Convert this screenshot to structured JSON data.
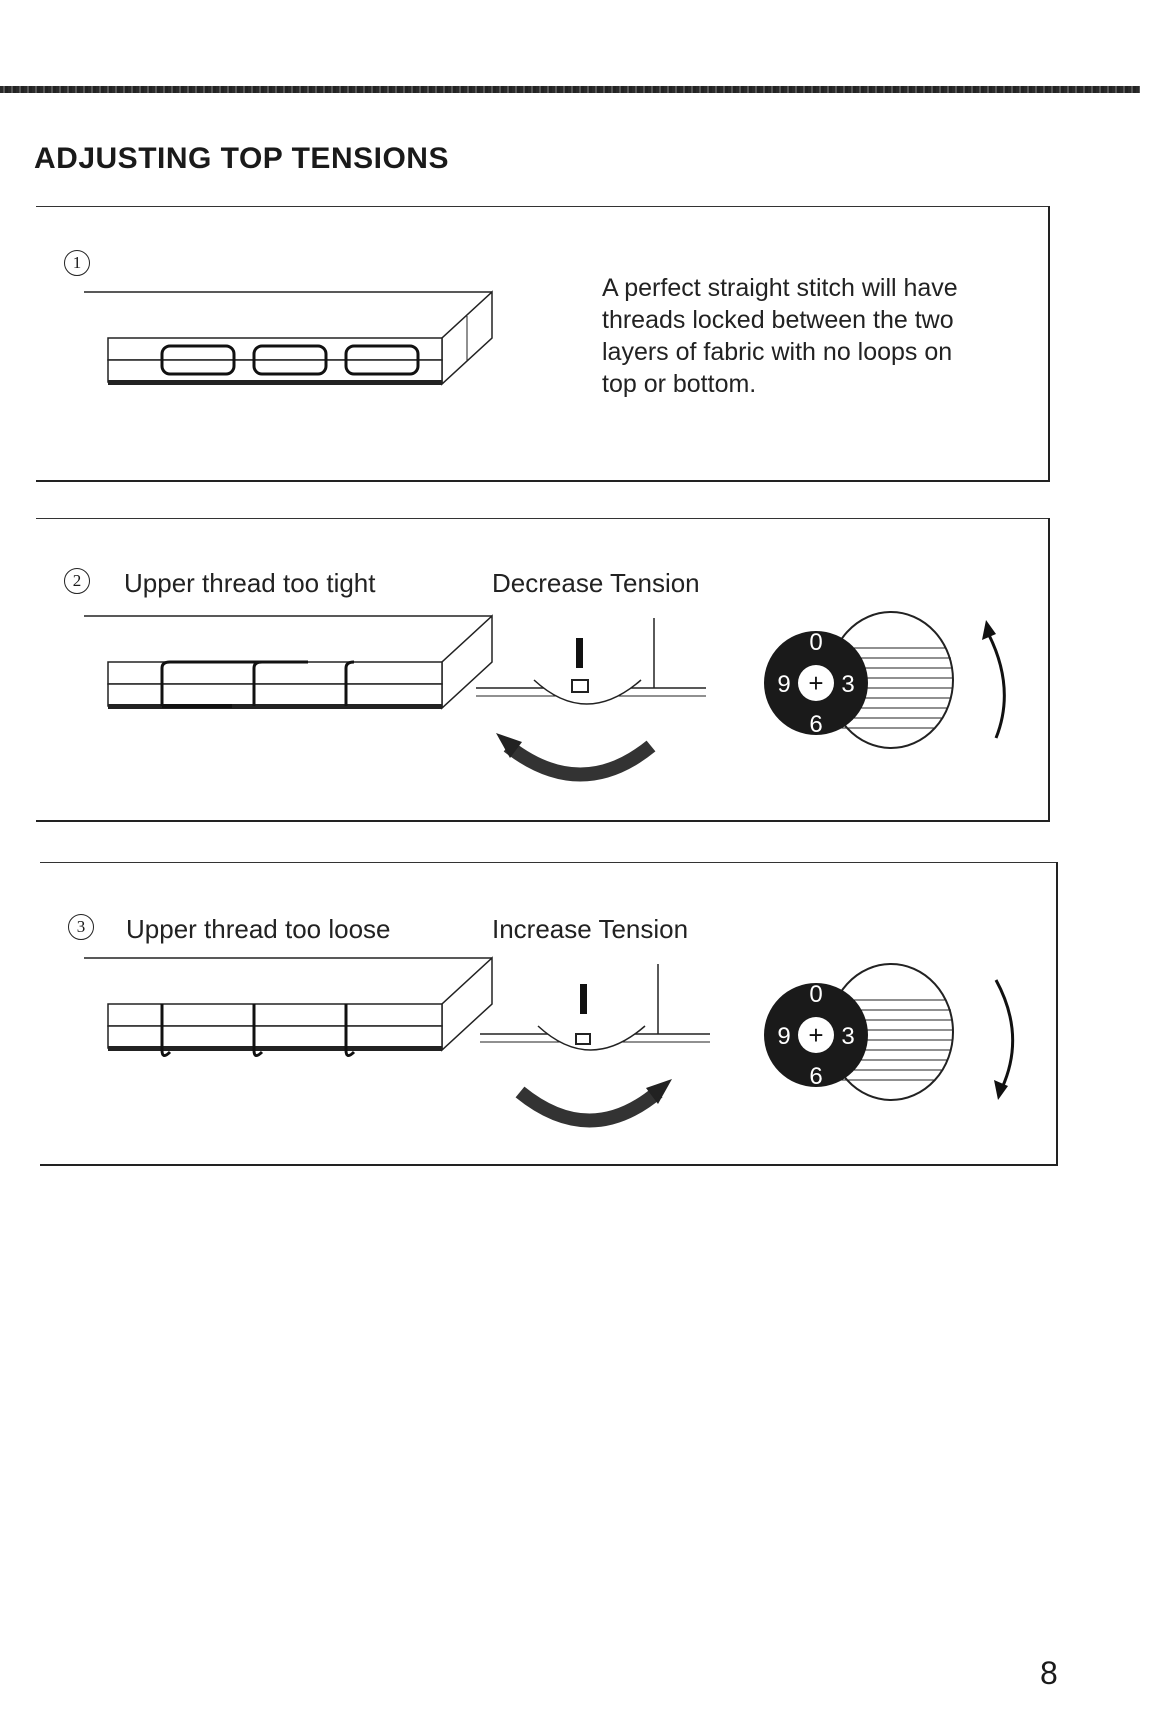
{
  "title": "ADJUSTING TOP TENSIONS",
  "page_number": "8",
  "sections": [
    {
      "number": "1",
      "description_lines": [
        "A perfect straight stitch will have",
        "threads locked between the two",
        "layers of fabric with no loops on",
        "top or bottom."
      ]
    },
    {
      "number": "2",
      "caption": "Upper thread too tight",
      "action": "Decrease Tension",
      "dial_numbers": [
        "0",
        "3",
        "6",
        "9"
      ],
      "dial_center": "+"
    },
    {
      "number": "3",
      "caption": "Upper thread too loose",
      "action": "Increase Tension",
      "dial_numbers": [
        "0",
        "3",
        "6",
        "9"
      ],
      "dial_center": "+"
    }
  ]
}
